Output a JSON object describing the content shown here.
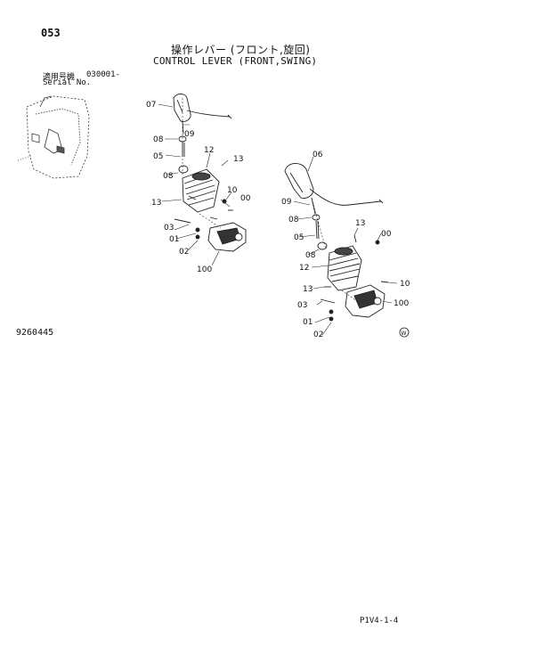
{
  "header": {
    "page_number": "053",
    "title_jp": "操作レバー (フロント,旋回)",
    "title_en": "CONTROL LEVER (FRONT,SWING)",
    "serial_label_jp": "適用号機",
    "serial_number": "030001-",
    "serial_label_en": "Serial No."
  },
  "figure_code": "9260445",
  "page_code": "P1V4-1-4",
  "callouts_left": {
    "c07": "07",
    "c09": "09",
    "c08": "08",
    "c05": "05",
    "c08b": "08",
    "c12": "12",
    "c13a": "13",
    "c13b": "13",
    "c10": "10",
    "c00": "00",
    "c03": "03",
    "c01": "01",
    "c02": "02",
    "c100": "100"
  },
  "callouts_right": {
    "c06": "06",
    "c09": "09",
    "c08": "08",
    "c05": "05",
    "c08b": "08",
    "c13a": "13",
    "c00": "00",
    "c12": "12",
    "c13b": "13",
    "c10": "10",
    "c03": "03",
    "c100": "100",
    "c01": "01",
    "c02": "02"
  },
  "mark": "W"
}
